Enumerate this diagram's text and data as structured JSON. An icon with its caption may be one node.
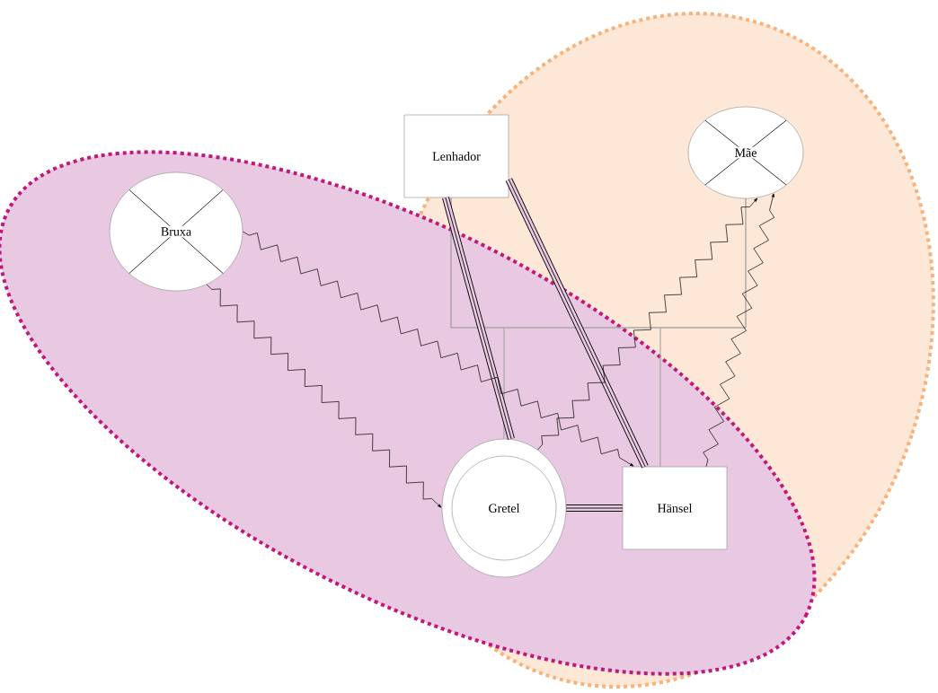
{
  "diagram": {
    "nodes": [
      {
        "text": [
          "Lenhador"
        ]
      },
      {
        "text": [
          "Mãe"
        ]
      },
      {
        "text": [
          "Bruxa"
        ]
      },
      {
        "text": [
          "Gretel"
        ]
      },
      {
        "text": [
          "Hänsel"
        ]
      }
    ],
    "edges": [
      {
        "from": 0,
        "to": 1,
        "arrow": "none",
        "color": "#a6a6a6"
      },
      {
        "from": 0,
        "to": 3,
        "arrow": "none",
        "color": "#a6a6a6"
      },
      {
        "from": 1,
        "to": 3,
        "arrow": "none",
        "color": "#a6a6a6"
      },
      {
        "from": 0,
        "to": 4,
        "arrow": "none",
        "color": "#a6a6a6"
      },
      {
        "from": 1,
        "to": 4,
        "arrow": "none",
        "color": "#a6a6a6"
      },
      {
        "from": 0,
        "to": 3,
        "arrow": "none",
        "style": "thick"
      },
      {
        "from": 0,
        "to": 4,
        "arrow": "none",
        "style": "thick"
      },
      {
        "from": 3,
        "to": 4,
        "arrow": "none",
        "style": "thick"
      },
      {
        "from": 2,
        "to": 3,
        "arrow": "to"
      },
      {
        "from": 2,
        "to": 4,
        "arrow": "to"
      },
      {
        "from": 3,
        "to": 1,
        "arrow": "to"
      },
      {
        "from": 4,
        "to": 1,
        "arrow": "to"
      }
    ]
  }
}
